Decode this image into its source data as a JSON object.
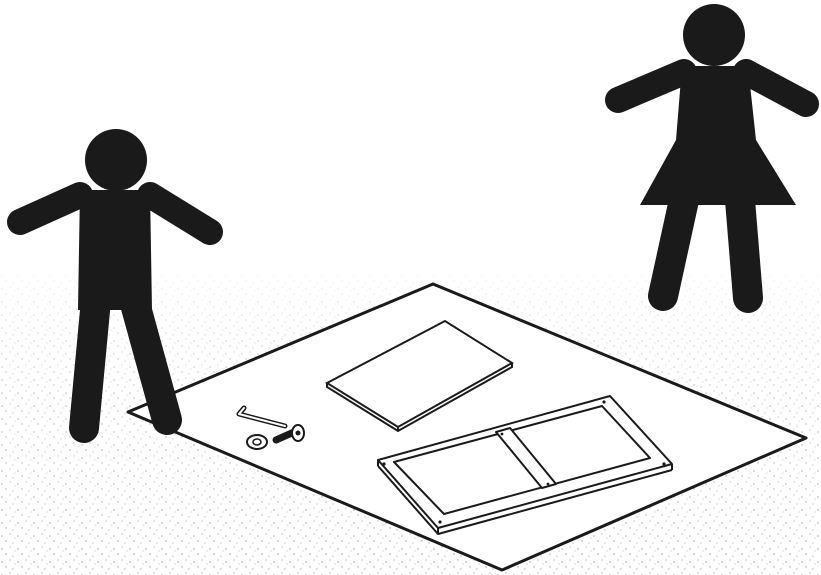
{
  "diagram": {
    "kind": "assembly-instruction-step",
    "text": [],
    "figures": [
      {
        "name": "man",
        "role": "person"
      },
      {
        "name": "woman",
        "role": "person"
      }
    ],
    "parts": [
      {
        "name": "allen-key"
      },
      {
        "name": "washer"
      },
      {
        "name": "bolt"
      },
      {
        "name": "flat-panel"
      },
      {
        "name": "frame"
      }
    ],
    "colors": {
      "ink": "#1a1a1a",
      "paper": "#ffffff",
      "board": "#ffffff",
      "stipple": "#9a9a9a"
    }
  }
}
